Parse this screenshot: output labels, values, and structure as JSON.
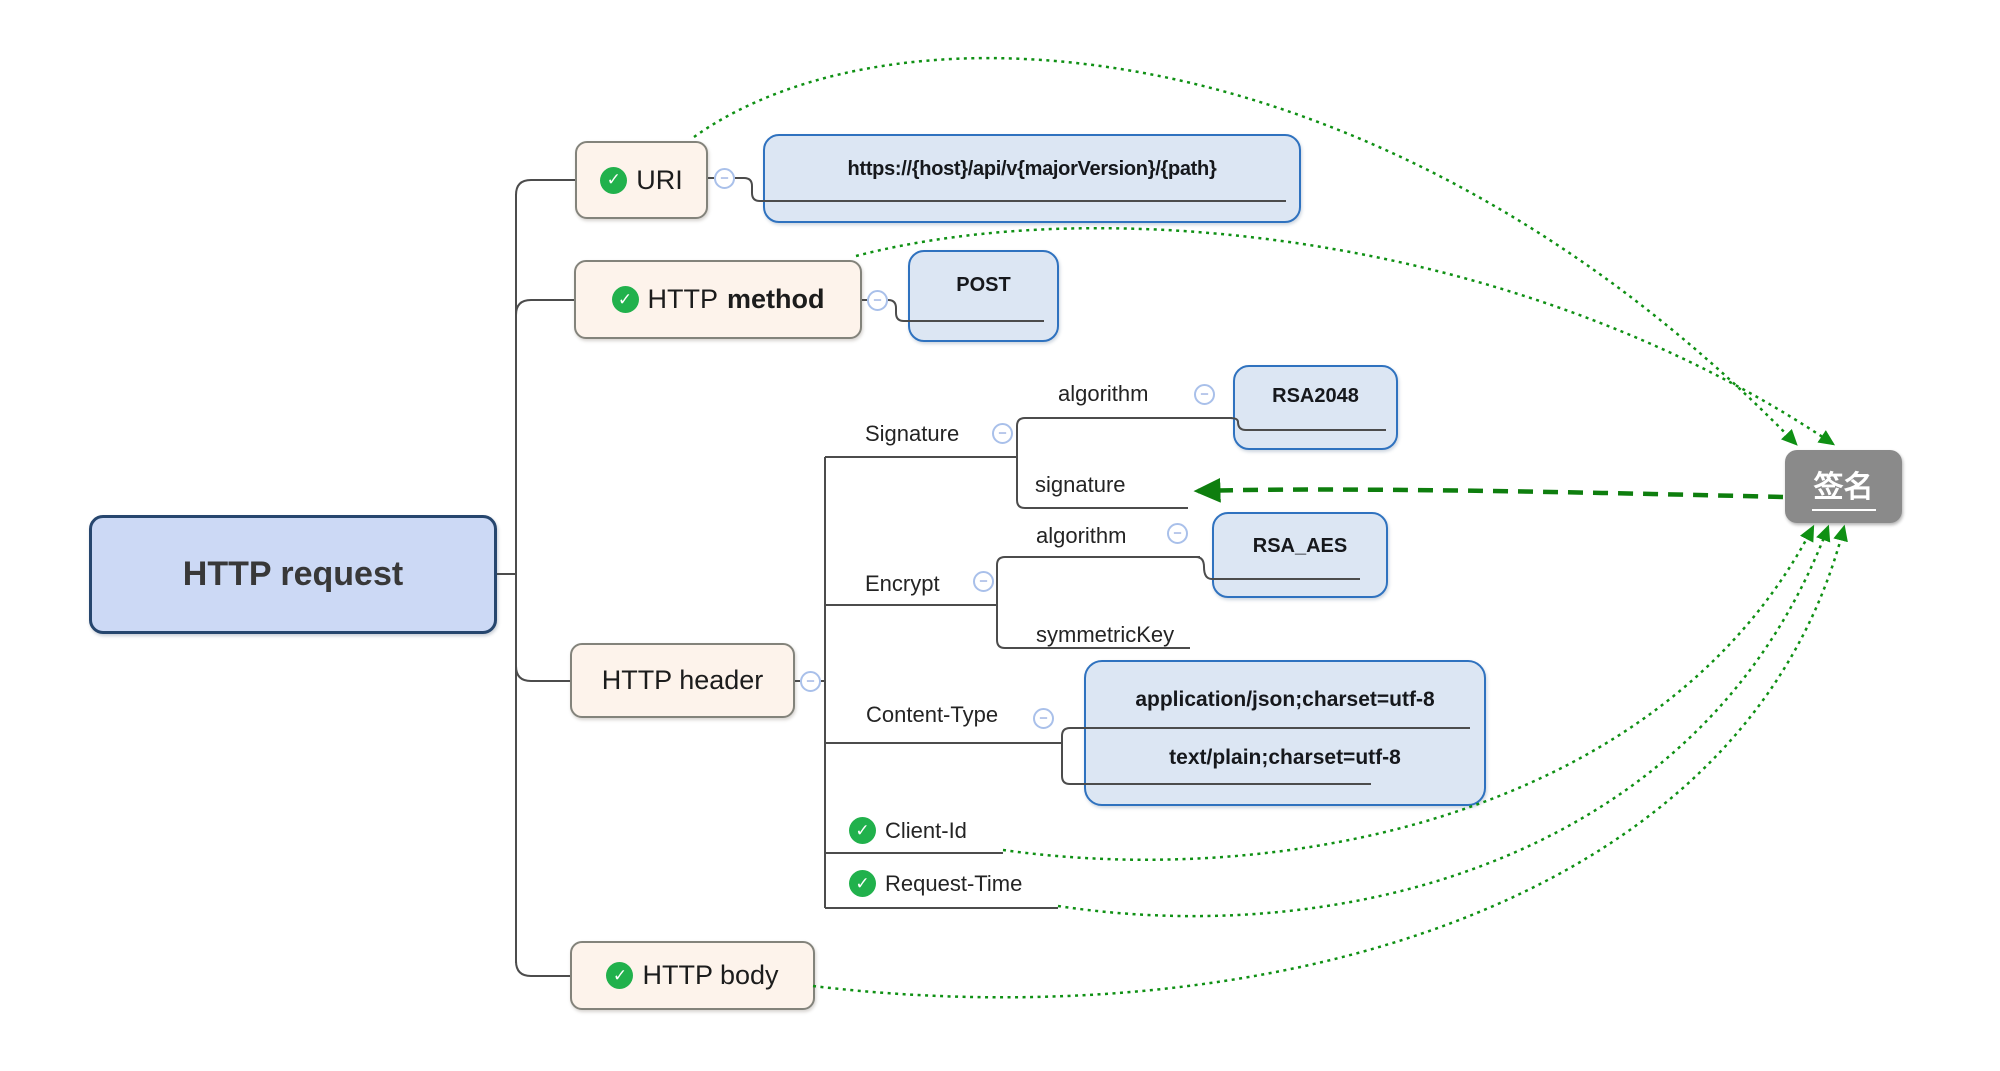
{
  "root": {
    "label": "HTTP request"
  },
  "uri": {
    "label": "URI",
    "value": "https://{host}/api/v{majorVersion}/{path}"
  },
  "method": {
    "label_normal": "HTTP",
    "label_bold": "method",
    "value": "POST"
  },
  "header": {
    "label": "HTTP header",
    "signature": {
      "label": "Signature",
      "algorithm_label": "algorithm",
      "algorithm_value": "RSA2048",
      "signature_label": "signature"
    },
    "encrypt": {
      "label": "Encrypt",
      "algorithm_label": "algorithm",
      "algorithm_value": "RSA_AES",
      "symmetric_key_label": "symmetricKey"
    },
    "content_type": {
      "label": "Content-Type",
      "values": [
        "application/json;charset=utf-8",
        "text/plain;charset=utf-8"
      ]
    },
    "client_id": {
      "label": "Client-Id"
    },
    "request_time": {
      "label": "Request-Time"
    }
  },
  "body": {
    "label": "HTTP body"
  },
  "sign": {
    "label": "签名"
  },
  "glyphs": {
    "toggle": "−",
    "check": "✓"
  },
  "colors": {
    "root_fill": "#ccd9f5",
    "root_border": "#26466e",
    "node_fill": "#fdf3eb",
    "node_border": "#83837b",
    "value_fill": "#dce6f3",
    "value_border": "#2f72bf",
    "sign_fill": "#8a8a8a",
    "sign_text": "#ffffff",
    "line_gray": "#4c4c4c",
    "dot_green": "#0f9014",
    "arrow_green": "#0e7e0e",
    "check_green": "#21b14c",
    "toggle_border": "#a9c0ea",
    "toggle_glyph_color": "#7f9bd9",
    "text_dark": "#1c1c1c"
  }
}
